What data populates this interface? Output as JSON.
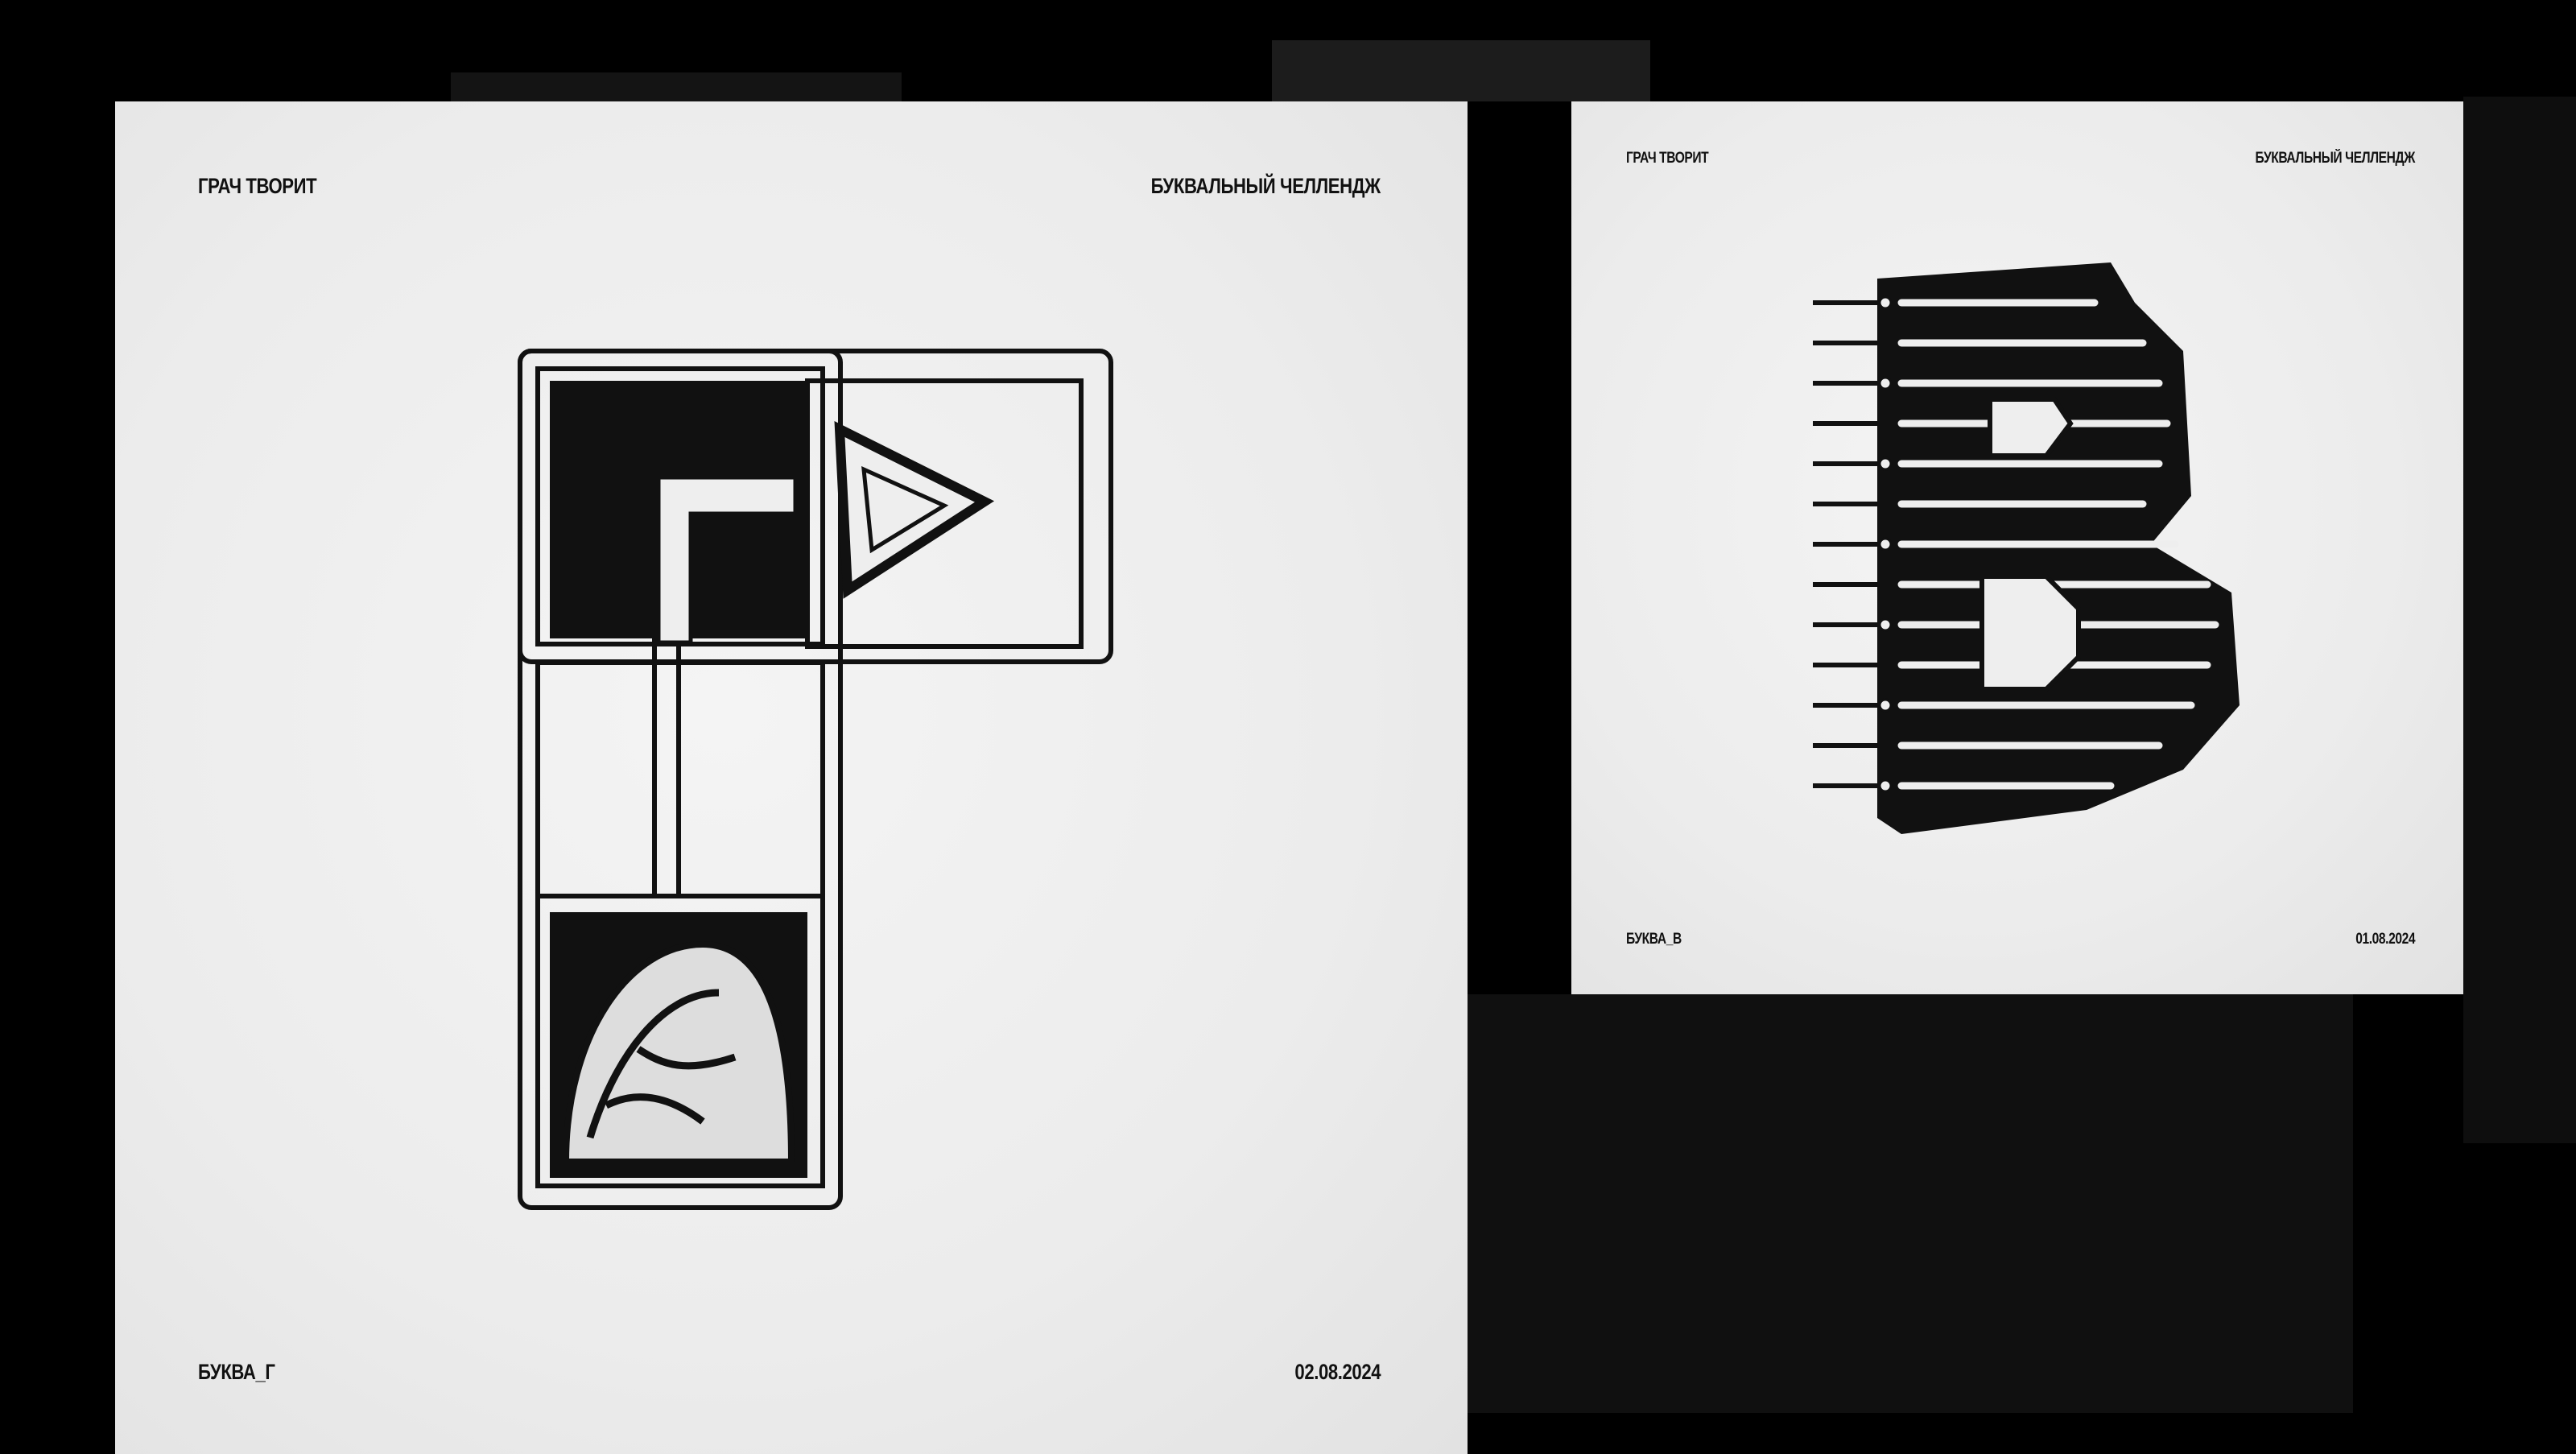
{
  "posters": [
    {
      "author": "ГРАЧ ТВОРИТ",
      "project": "БУКВАЛЬНЫЙ ЧЕЛЛЕНДЖ",
      "letter_label": "БУКВА_Г",
      "date": "02.08.2024"
    },
    {
      "author": "ГРАЧ ТВОРИТ",
      "project": "БУКВАЛЬНЫЙ ЧЕЛЛЕНДЖ",
      "letter_label": "БУКВА_В",
      "date": "01.08.2024"
    }
  ],
  "colors": {
    "background": "#000000",
    "paper": "#eeeeee",
    "ink": "#111111"
  }
}
